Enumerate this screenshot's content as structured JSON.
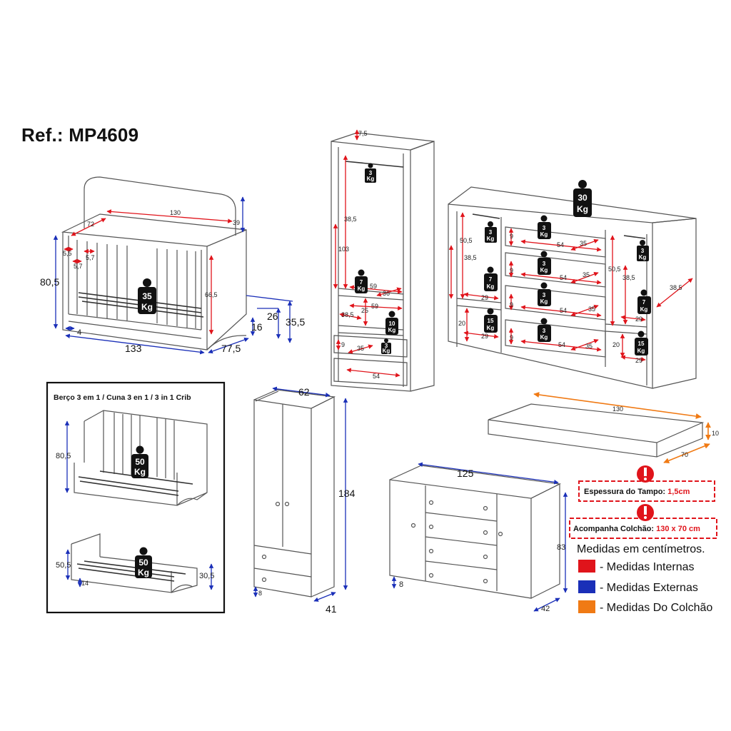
{
  "reference": "Ref.: MP4609",
  "crib": {
    "weight_num": "35",
    "weight_unit": "Kg",
    "dims": {
      "total_width": "133",
      "depth": "77,5",
      "height": "80,5",
      "inner_length": "130",
      "inner_width": "72",
      "headboard_h": "39",
      "inner_height": "66,5",
      "bar_gap_a": "5,5",
      "bar_gap_b": "5,7",
      "bar_gap_c": "5,7",
      "leg_h": "4",
      "side_h1": "16",
      "side_h2": "26",
      "side_h3": "35,5"
    }
  },
  "inset": {
    "title": "Berço 3 em 1 / Cuna 3 en 1 / 3 in 1 Crib",
    "sofa_height": "80,5",
    "sofa_weight_num": "50",
    "bed_height": "50,5",
    "bed_weight_num": "50",
    "bed_leg": "14",
    "bed_foot_h": "30,5",
    "weight_unit": "Kg"
  },
  "wardrobe_inside": {
    "top": "7,5",
    "rod_load_num": "3",
    "upper_h": "38,5",
    "hanging_h": "103",
    "shelf_w": "59",
    "shelf_depth": "36",
    "shelf_w2": "59",
    "shelf_load_num": "7",
    "mid_h": "25",
    "mid_h2": "38,5",
    "shelf2_load_num": "10",
    "drawer_h": "9",
    "drawer_depth": "35",
    "drawer_load_num": "3",
    "drawer_w": "54",
    "weight_unit": "Kg"
  },
  "wardrobe": {
    "width": "62",
    "height": "184",
    "depth": "41",
    "leg": "8"
  },
  "dresser_inside": {
    "top_load_num": "30",
    "left_h1": "50,5",
    "left_h2": "38,5",
    "left_shelf_w": "29",
    "left_lower_h": "20",
    "rod_load_num": "3",
    "shelf_load_num": "7",
    "lower_load_num": "15",
    "drawer_h": "9",
    "drawer_w": "54",
    "drawer_depth": "35",
    "drawer_load_num": "3",
    "right_h1": "50,5",
    "right_h2": "38,5",
    "right_shelf_w": "29",
    "right_lower_h": "20",
    "side_depth": "38,5",
    "weight_unit": "Kg"
  },
  "mattress": {
    "length": "130",
    "width": "70",
    "thickness": "10"
  },
  "dresser": {
    "width": "125",
    "height": "83",
    "depth": "42",
    "leg": "8"
  },
  "callouts": {
    "top_label": "Espessura do Tampo: ",
    "top_value": "1,5cm",
    "mattress_label": "Acompanha Colchão: ",
    "mattress_value": "130 x 70 cm"
  },
  "legend": {
    "title": "Medidas em centímetros.",
    "items": [
      {
        "label": "- Medidas Internas",
        "color": "#e0141b"
      },
      {
        "label": "- Medidas Externas",
        "color": "#1a2fb8"
      },
      {
        "label": "- Medidas Do Colchão",
        "color": "#f07a14"
      }
    ]
  }
}
